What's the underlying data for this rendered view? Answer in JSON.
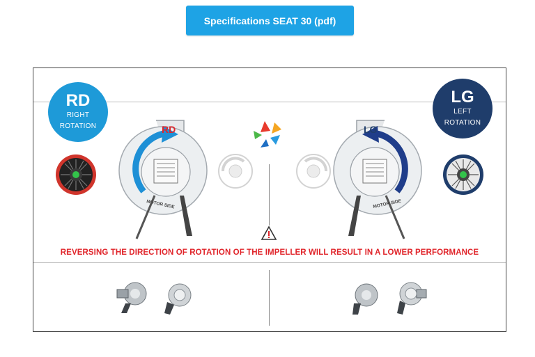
{
  "header": {
    "spec_button_label": "Specifications SEAT 30 (pdf)"
  },
  "badges": {
    "right": {
      "code": "RD",
      "line1": "RIGHT",
      "line2": "ROTATION",
      "color": "#1e9ad8"
    },
    "left": {
      "code": "LG",
      "line1": "LEFT",
      "line2": "ROTATION",
      "color": "#1f3d6b"
    }
  },
  "fans": {
    "right": {
      "code": "RD",
      "side_label": "MOTOR SIDE"
    },
    "left": {
      "code": "LG",
      "side_label": "MOTOR SIDE"
    }
  },
  "warning": {
    "text": "REVERSING THE DIRECTION OF ROTATION OF THE IMPELLER WILL RESULT IN A LOWER PERFORMANCE"
  },
  "colors": {
    "accent_blue": "#1e9ad8",
    "navy": "#1f3d6b",
    "warning_red": "#e0242a",
    "impeller_red": "#d0352c"
  }
}
